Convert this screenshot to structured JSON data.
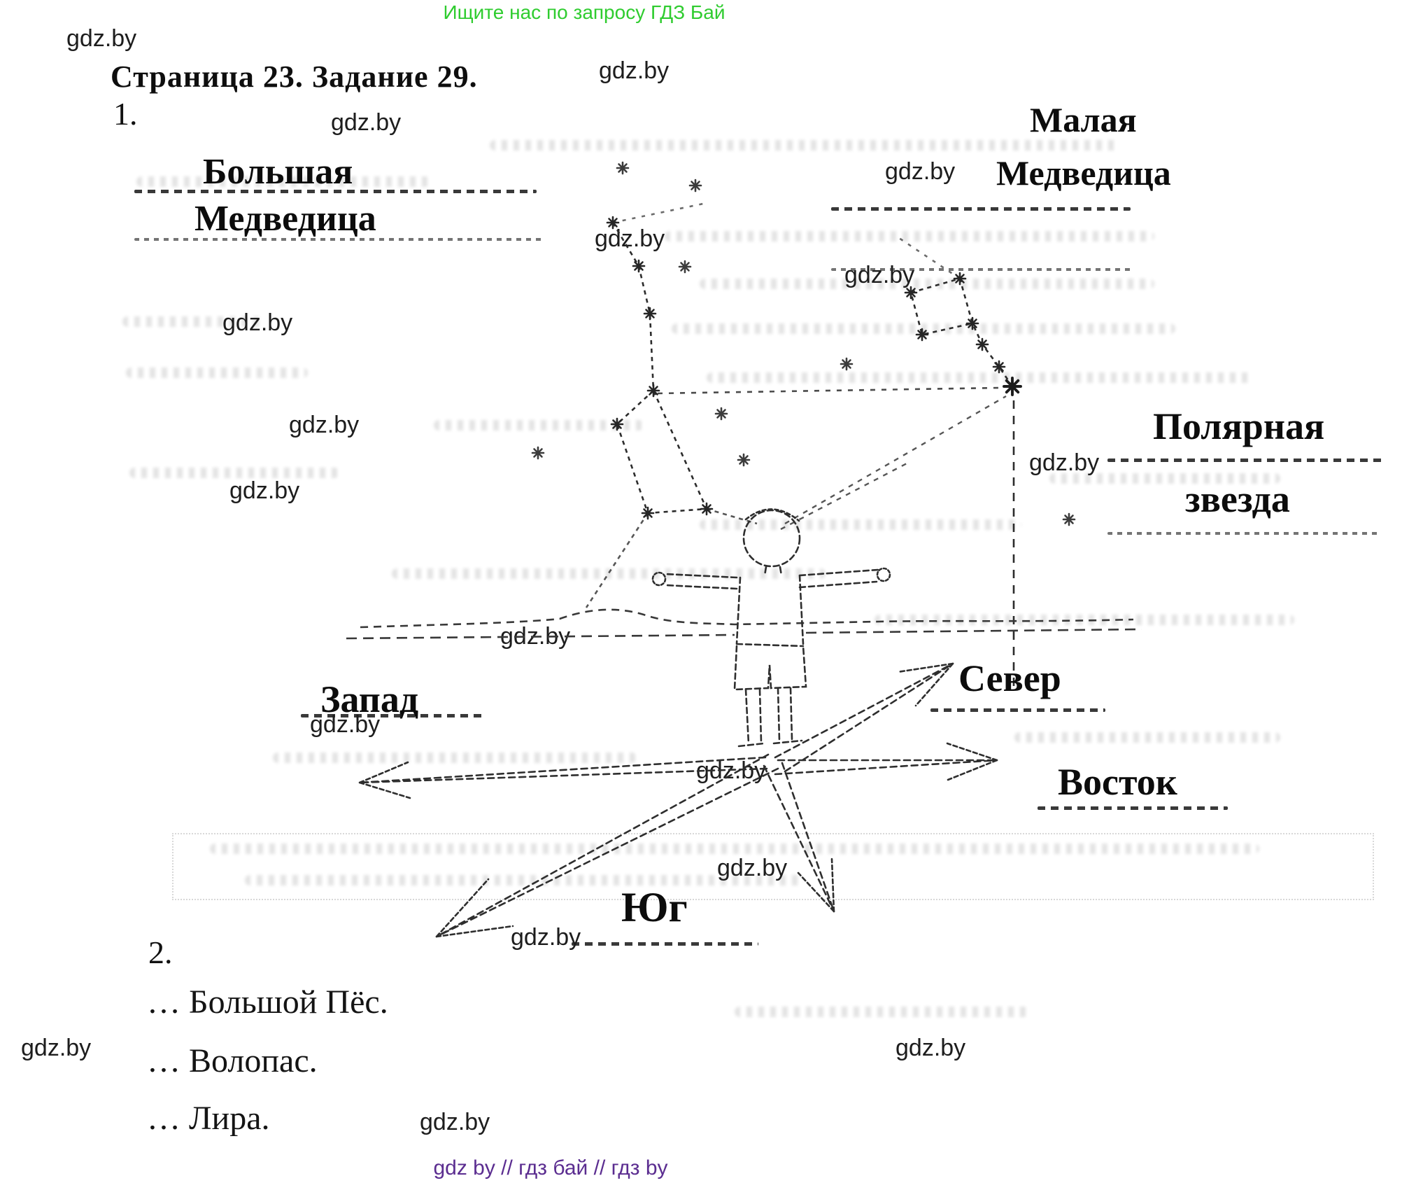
{
  "promo": {
    "text": "Ищите нас по запросу ГДЗ Бай",
    "color": "#2fcc2f"
  },
  "watermark": {
    "text": "gdz.by"
  },
  "header": {
    "title": "Страница 23. Задание 29."
  },
  "sections": {
    "part1_number": "1.",
    "part2_number": "2."
  },
  "diagram": {
    "constellations": {
      "big_dipper": {
        "label_line1": "Большая",
        "label_line2": "Медведица"
      },
      "little_dipper": {
        "label_line1": "Малая",
        "label_line2": "Медведица"
      },
      "polaris": {
        "label_line1": "Полярная",
        "label_line2": "звезда"
      }
    },
    "directions": {
      "north": "Север",
      "west": "Запад",
      "east": "Восток",
      "south": "Юг"
    }
  },
  "part2_answers": [
    "… Большой Пёс.",
    "… Волопас.",
    "… Лира."
  ],
  "footer": {
    "text": "gdz by  //  гдз бай  //  гдз by",
    "color": "#5b2d90"
  }
}
